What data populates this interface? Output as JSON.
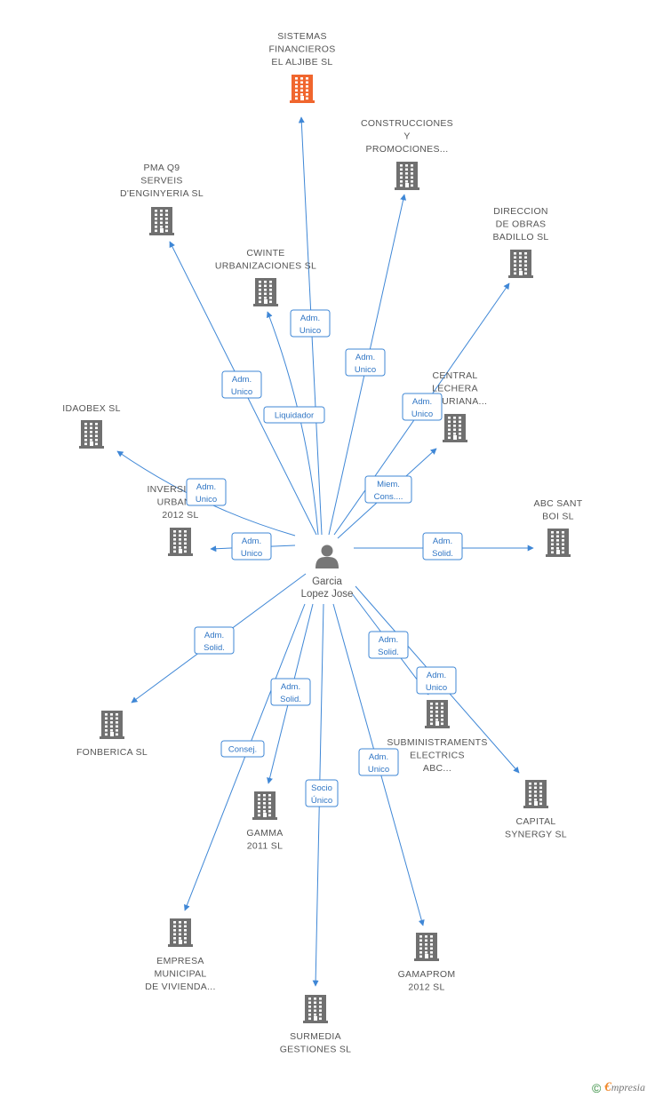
{
  "colors": {
    "edge": "#3f87d6",
    "company": "#707070",
    "highlight": "#f0662e",
    "person": "#777777"
  },
  "center": {
    "name_lines": [
      "Garcia",
      "Lopez Jose"
    ],
    "icon": "person-icon"
  },
  "nodes": [
    {
      "id": "sistemas",
      "lines": [
        "SISTEMAS",
        "FINANCIEROS",
        "EL ALJIBE SL"
      ],
      "icon": "building-icon",
      "highlight": true
    },
    {
      "id": "construcciones",
      "lines": [
        "CONSTRUCCIONES",
        "Y",
        "PROMOCIONES..."
      ],
      "icon": "building-icon"
    },
    {
      "id": "pma",
      "lines": [
        "PMA Q9",
        "SERVEIS",
        "D'ENGINYERIA SL"
      ],
      "icon": "building-icon"
    },
    {
      "id": "direccion",
      "lines": [
        "DIRECCION",
        "DE OBRAS",
        "BADILLO SL"
      ],
      "icon": "building-icon"
    },
    {
      "id": "cwinte",
      "lines": [
        "CWINTE",
        "URBANIZACIONES SL"
      ],
      "icon": "building-icon"
    },
    {
      "id": "central",
      "lines": [
        "CENTRAL",
        "LECHERA",
        "ASTURIANA..."
      ],
      "icon": "building-icon"
    },
    {
      "id": "idaobex",
      "lines": [
        "IDAOBEX SL"
      ],
      "icon": "building-icon"
    },
    {
      "id": "inversiones",
      "lines": [
        "INVERSIONES",
        "URBANAS",
        "2012 SL"
      ],
      "icon": "building-icon"
    },
    {
      "id": "abc",
      "lines": [
        "ABC SANT",
        "BOI SL"
      ],
      "icon": "building-icon"
    },
    {
      "id": "fonberica",
      "lines": [
        "FONBERICA SL"
      ],
      "icon": "building-icon"
    },
    {
      "id": "subministraments",
      "lines": [
        "SUBMINISTRAMENTS",
        "ELECTRICS",
        "ABC..."
      ],
      "icon": "building-icon"
    },
    {
      "id": "capital",
      "lines": [
        "CAPITAL",
        "SYNERGY SL"
      ],
      "icon": "building-icon"
    },
    {
      "id": "gamma",
      "lines": [
        "GAMMA",
        "2011 SL"
      ],
      "icon": "building-icon"
    },
    {
      "id": "empresa",
      "lines": [
        "EMPRESA",
        "MUNICIPAL",
        "DE VIVIENDA..."
      ],
      "icon": "building-icon"
    },
    {
      "id": "gamaprom",
      "lines": [
        "GAMAPROM",
        "2012 SL"
      ],
      "icon": "building-icon"
    },
    {
      "id": "surmedia",
      "lines": [
        "SURMEDIA",
        "GESTIONES SL"
      ],
      "icon": "building-icon"
    }
  ],
  "edges": [
    {
      "to": "sistemas",
      "role": [
        "Adm.",
        "Unico"
      ]
    },
    {
      "to": "construcciones",
      "role": [
        "Adm.",
        "Unico"
      ]
    },
    {
      "to": "pma",
      "role": [
        "Adm.",
        "Unico"
      ]
    },
    {
      "to": "cwinte",
      "role": [
        "Liquidador"
      ]
    },
    {
      "to": "direccion",
      "role": [
        "Adm.",
        "Unico"
      ]
    },
    {
      "to": "central",
      "role": [
        "Miem.",
        "Cons...."
      ]
    },
    {
      "to": "idaobex",
      "role": [
        "Adm.",
        "Unico"
      ]
    },
    {
      "to": "inversiones",
      "role": [
        "Adm.",
        "Unico"
      ]
    },
    {
      "to": "abc",
      "role": [
        "Adm.",
        "Solid."
      ]
    },
    {
      "to": "fonberica",
      "role": [
        "Adm.",
        "Solid."
      ]
    },
    {
      "to": "subministraments",
      "role": [
        "Adm.",
        "Solid."
      ]
    },
    {
      "to": "capital",
      "role": [
        "Adm.",
        "Unico"
      ]
    },
    {
      "to": "gamma",
      "role": [
        "Adm.",
        "Solid."
      ]
    },
    {
      "to": "empresa",
      "role": [
        "Consej."
      ]
    },
    {
      "to": "gamaprom",
      "role": [
        "Adm.",
        "Unico"
      ]
    },
    {
      "to": "surmedia",
      "role": [
        "Socio",
        "Único"
      ]
    }
  ],
  "footer": {
    "copyright_symbol": "©",
    "brand_initial": "€",
    "brand_rest": "mpresia"
  }
}
